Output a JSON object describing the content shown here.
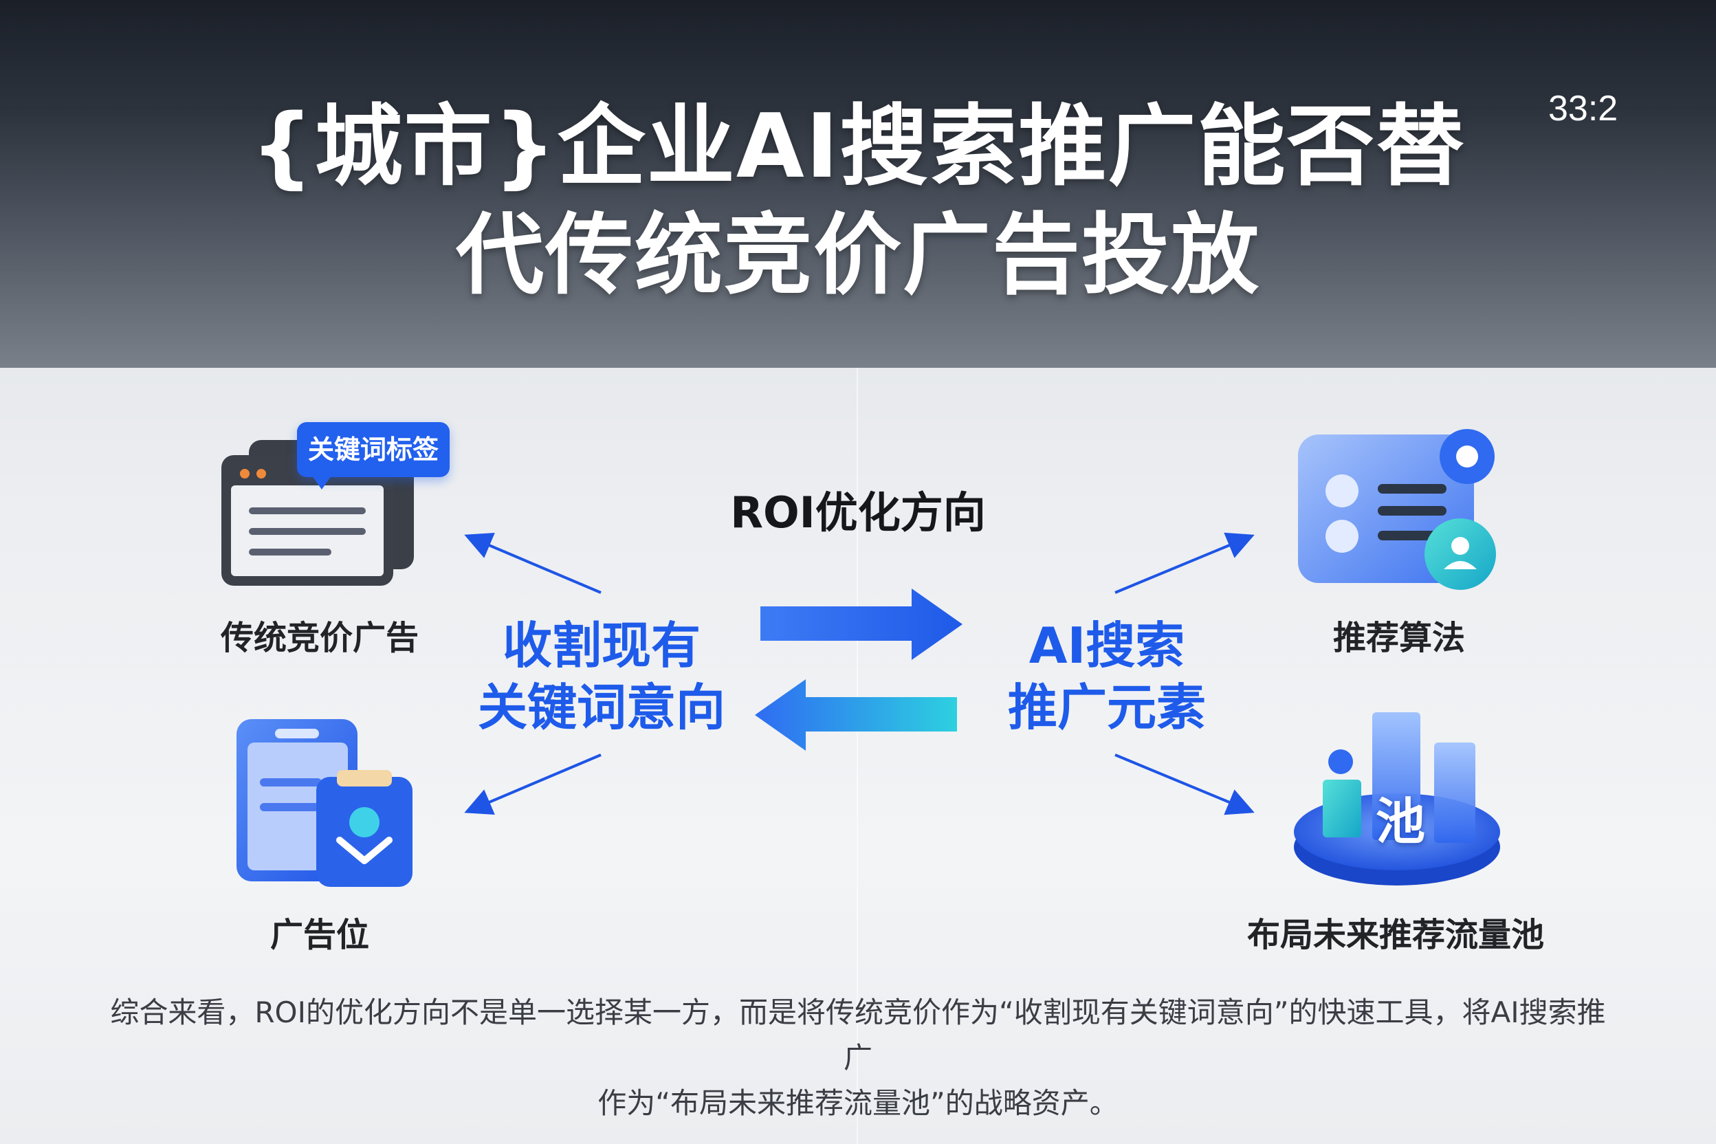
{
  "title_line1": "{城市}企业AI搜索推广能否替",
  "title_line2": "代传统竞价广告投放",
  "page_number": "33:2",
  "center": {
    "title": "ROI优化方向",
    "left_line1": "收割现有",
    "left_line2": "关键词意向",
    "right_line1": "AI搜索",
    "right_line2": "推广元素"
  },
  "left_items": {
    "keyword_tag": "关键词标签",
    "traditional_ads": "传统竞价广告",
    "ad_slot": "广告位"
  },
  "right_items": {
    "recommend_algo": "推荐算法",
    "pool_char": "池",
    "future_pool": "布局未来推荐流量池"
  },
  "summary_line1": "综合来看，ROI的优化方向不是单一选择某一方，而是将传统竞价作为“收割现有关键词意向”的快速工具，将AI搜索推广",
  "summary_line2": "作为“布局未来推荐流量池”的战略资产。",
  "colors": {
    "accent_blue": "#1e5bea",
    "arrow_blue": "#2a6af2",
    "cyan": "#22c3e6"
  }
}
